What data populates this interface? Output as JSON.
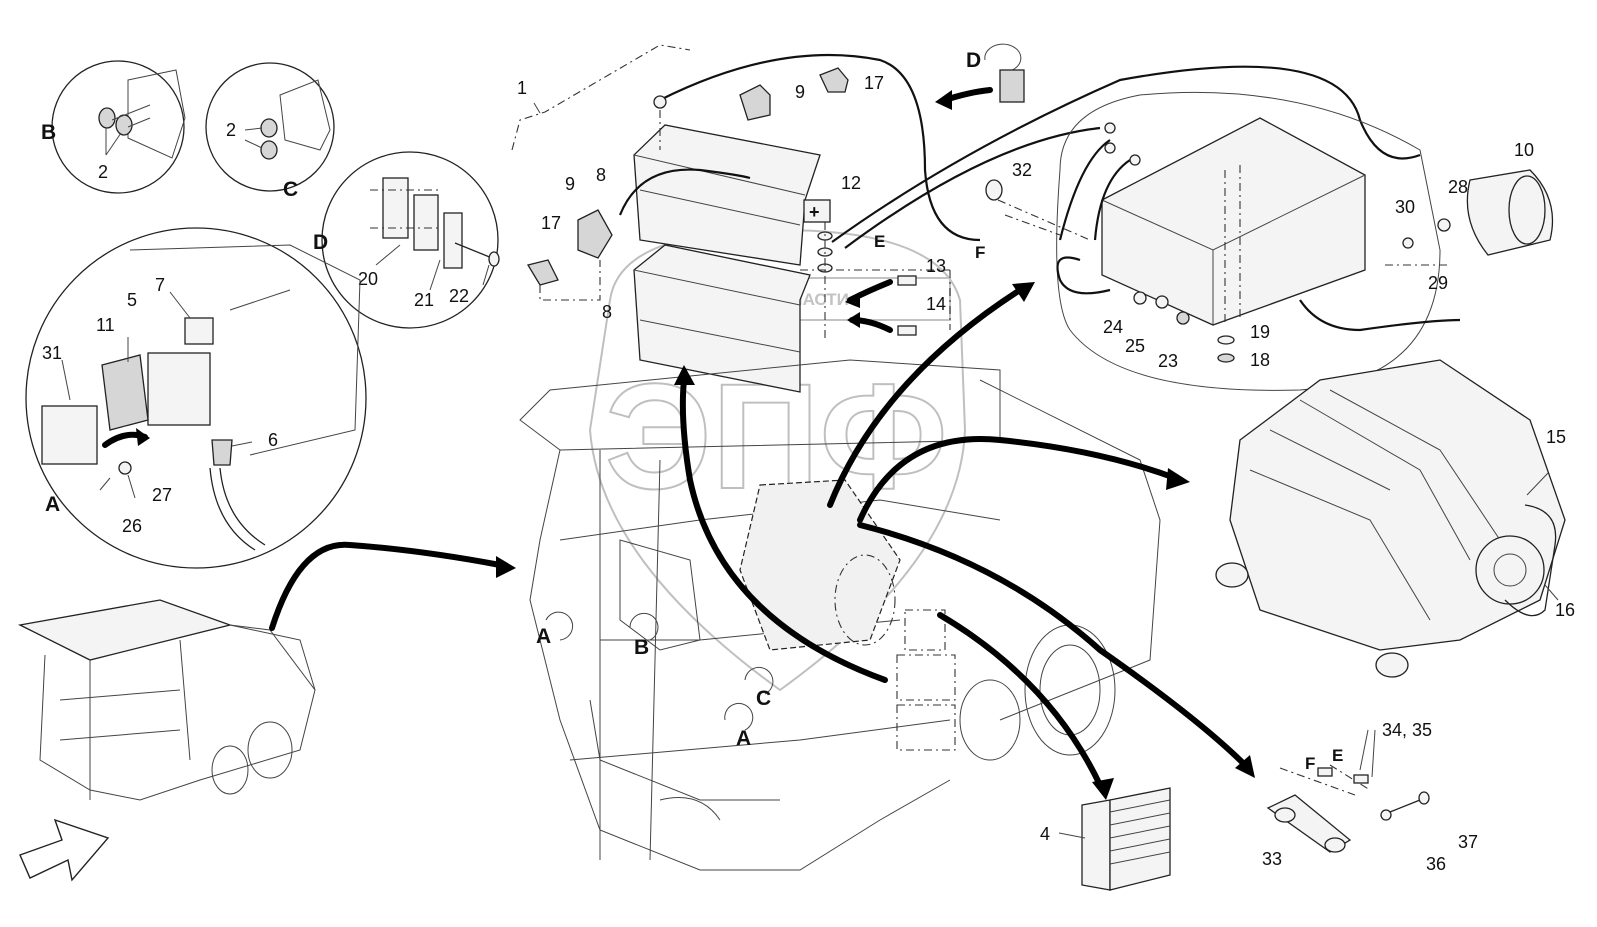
{
  "watermark": {
    "small_text": "ТЕХНИКА · · ЗАПЧАСТИ",
    "big_text": "ЭПФ"
  },
  "callouts": {
    "p1": "1",
    "p2a": "2",
    "p2b": "2",
    "p4": "4",
    "p5": "5",
    "p6": "6",
    "p7": "7",
    "p8a": "8",
    "p8b": "8",
    "p9a": "9",
    "p9b": "9",
    "p10": "10",
    "p11": "11",
    "p12": "12",
    "p13": "13",
    "p14": "14",
    "p15": "15",
    "p16": "16",
    "p17a": "17",
    "p17b": "17",
    "p18": "18",
    "p19": "19",
    "p20": "20",
    "p21": "21",
    "p22": "22",
    "p23": "23",
    "p24": "24",
    "p25": "25",
    "p26": "26",
    "p27": "27",
    "p28": "28",
    "p29": "29",
    "p30": "30",
    "p31": "31",
    "p32": "32",
    "p33": "33",
    "p3435": "34, 35",
    "p36": "36",
    "p37": "37"
  },
  "detail_letters": {
    "A_detail": "A",
    "B_detail": "B",
    "C_detail": "C",
    "D_detail": "D",
    "D_top": "D",
    "E_top": "E",
    "F_top": "F",
    "E_bottom": "E",
    "F_bottom": "F",
    "A_machine1": "A",
    "A_machine2": "A",
    "B_machine": "B",
    "C_machine": "C"
  }
}
